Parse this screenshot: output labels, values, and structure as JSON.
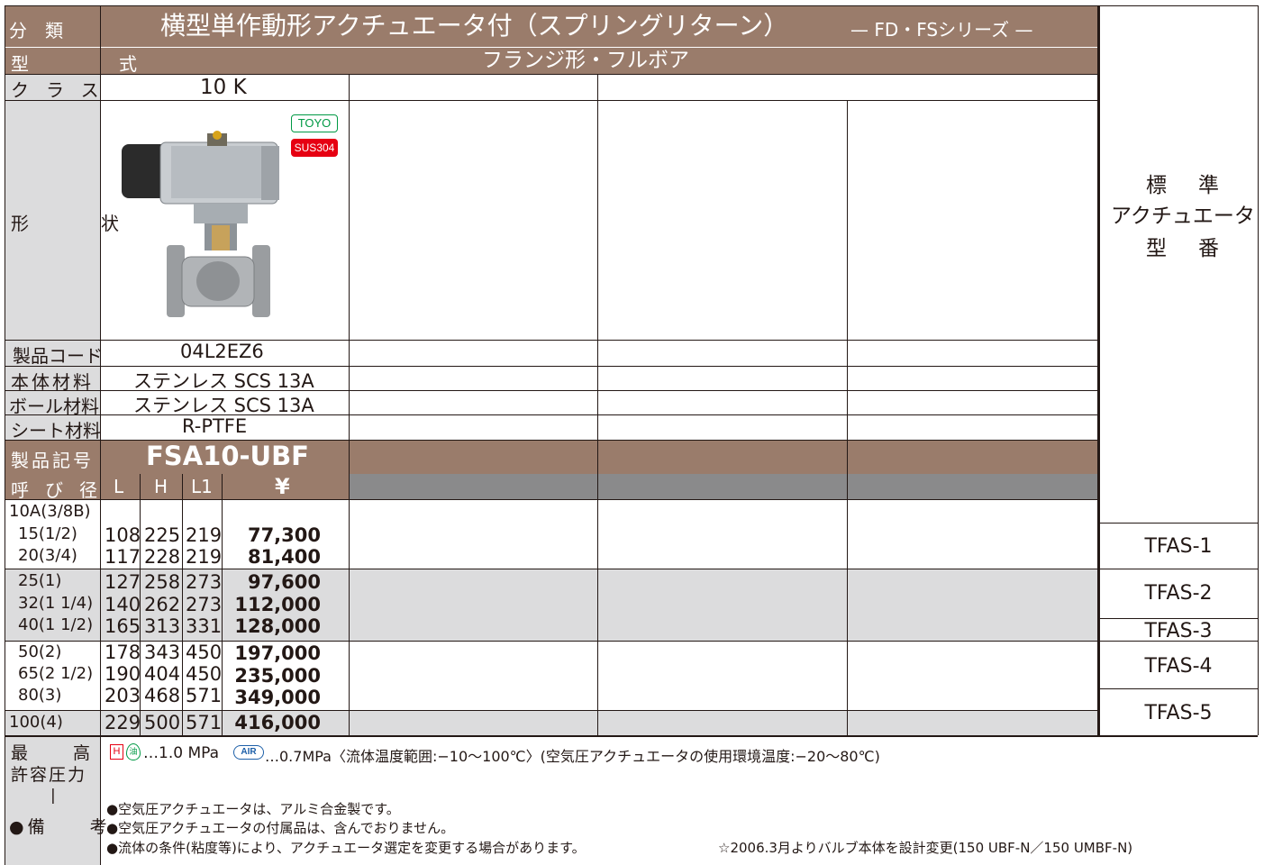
{
  "header": {
    "category_label": "分　類",
    "title": "横型単作動形アクチュエータ付（スプリングリターン）",
    "series": "— FD・FSシリーズ —",
    "type_label": "型　式",
    "type_value": "フランジ形・フルボア",
    "class_label": "クラス",
    "class_value": "10 K"
  },
  "shape": {
    "label": "形　状",
    "badge_toyo": "TOYO",
    "badge_sus": "SUS304"
  },
  "specs": {
    "product_code_label": "製品コード",
    "product_code": "04L2EZ6",
    "body_label": "本体材料",
    "body": "ステンレス SCS 13A",
    "ball_label": "ボール材料",
    "ball": "ステンレス SCS 13A",
    "seat_label": "シート材料",
    "seat": "R-PTFE",
    "symbol_label": "製品記号",
    "symbol": "FSA10-UBF"
  },
  "columns": {
    "size_label": "呼び径",
    "l": "L",
    "h": "H",
    "l1": "L1",
    "price": "¥"
  },
  "rows": [
    {
      "size": "10A(3/8B)",
      "L": "",
      "H": "",
      "L1": "",
      "price": ""
    },
    {
      "size": "15(1/2)",
      "L": "108",
      "H": "225",
      "L1": "219",
      "price": "77,300"
    },
    {
      "size": "20(3/4)",
      "L": "117",
      "H": "228",
      "L1": "219",
      "price": "81,400"
    },
    {
      "size": "25(1)",
      "L": "127",
      "H": "258",
      "L1": "273",
      "price": "97,600"
    },
    {
      "size": "32(1 1/4)",
      "L": "140",
      "H": "262",
      "L1": "273",
      "price": "112,000"
    },
    {
      "size": "40(1 1/2)",
      "L": "165",
      "H": "313",
      "L1": "331",
      "price": "128,000"
    },
    {
      "size": "50(2)",
      "L": "178",
      "H": "343",
      "L1": "450",
      "price": "197,000"
    },
    {
      "size": "65(2 1/2)",
      "L": "190",
      "H": "404",
      "L1": "450",
      "price": "235,000"
    },
    {
      "size": "80(3)",
      "L": "203",
      "H": "468",
      "L1": "571",
      "price": "349,000"
    },
    {
      "size": "100(4)",
      "L": "229",
      "H": "500",
      "L1": "571",
      "price": "416,000"
    }
  ],
  "actuator": {
    "heading_1": "標　準",
    "heading_2": "アクチュエータ",
    "heading_3": "型　番",
    "models": [
      "TFAS-1",
      "TFAS-2",
      "TFAS-3",
      "TFAS-4",
      "TFAS-5"
    ]
  },
  "notes": {
    "pressure_label_1": "最　　高",
    "pressure_label_2": "許容圧力",
    "pressure_label_3": "|",
    "pressure_label_4": "●備　　考",
    "pressure_icon_h": "H",
    "pressure_icon_oil": "油",
    "pressure_icon_air": "AIR",
    "pressure_text_1": "…1.0 MPa",
    "pressure_text_2": "…0.7MPa〈流体温度範囲:−10〜100℃〉(空気圧アクチュエータの使用環境温度:−20〜80℃)",
    "note_1": "●空気圧アクチュエータは、アルミ合金製です。",
    "note_2": "●空気圧アクチュエータの付属品は、含んでおりません。",
    "note_3": "●流体の条件(粘度等)により、アクチュエータ選定を変更する場合があります。",
    "note_4": "☆2006.3月よりバルブ本体を設計変更(150 UBF-N／150 UMBF-N)"
  },
  "colors": {
    "brown": "#9a7c6b",
    "grey": "#dcdcdd",
    "red_badge": "#e60012",
    "green_badge": "#009944",
    "blue_icon": "#1d5fa8"
  }
}
